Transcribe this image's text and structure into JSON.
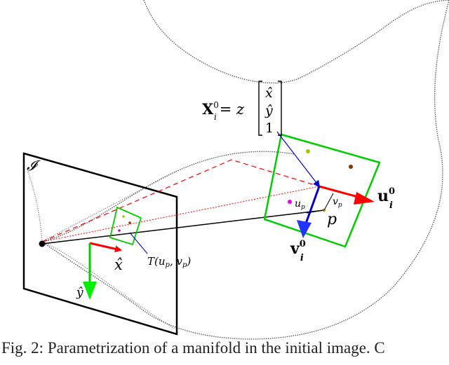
{
  "labels": {
    "image_plane": "𝓘",
    "x_hat": "x̂",
    "y_hat": "ŷ",
    "template_transform": "T(u",
    "template_sub_p1": "p",
    "template_comma": ", v",
    "template_sub_p2": "p",
    "template_close": ")",
    "point_p": "p",
    "u_vec": "u",
    "u_sup": "0",
    "u_sub": "i",
    "v_vec": "v",
    "v_sup": "0",
    "v_sub": "i",
    "up_label": "u",
    "up_sub": "p",
    "vp_label": "v",
    "vp_sub": "p",
    "eq_X": "X",
    "eq_X_sup": "0",
    "eq_X_sub": "i",
    "eq_equals": "= z",
    "eq_row1": "x̂",
    "eq_row2": "ŷ",
    "eq_row3": "1"
  },
  "colors": {
    "green": "#00cc00",
    "red": "#ff0000",
    "blue": "#0000cc",
    "black": "#000000",
    "gray_curve": "#555555"
  },
  "caption": "Fig. 2: Parametrization of a manifold in the initial image. C"
}
